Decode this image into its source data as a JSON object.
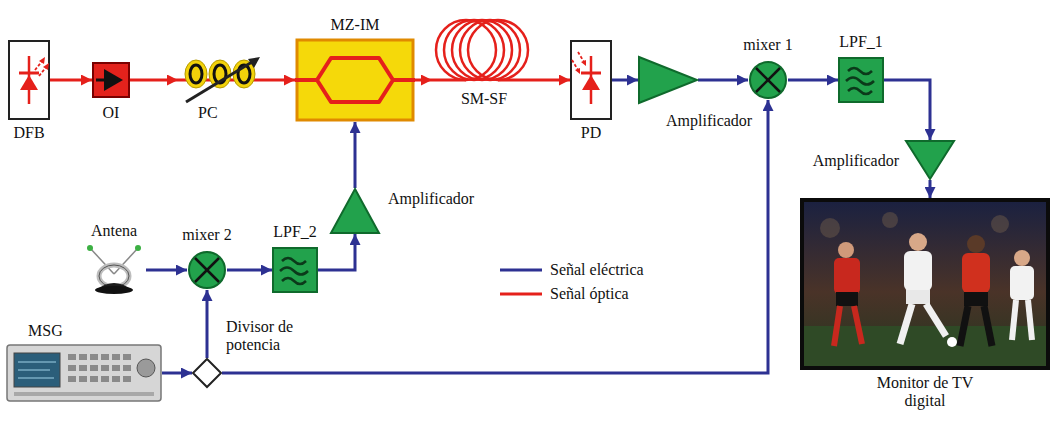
{
  "diagram": {
    "nodes": [
      {
        "text": [
          "DFB"
        ]
      },
      {
        "text": [
          "OI"
        ]
      },
      {
        "text": [
          "PC"
        ]
      },
      {
        "text": [
          "MZ-IM"
        ]
      },
      {
        "text": [
          "SM-SF"
        ]
      },
      {
        "text": [
          "PD"
        ]
      },
      {
        "text": [
          "Amplificador"
        ]
      },
      {
        "text": [
          "mixer 1"
        ]
      },
      {
        "text": [
          "LPF_1"
        ]
      },
      {
        "text": [
          "Amplificador"
        ]
      },
      {
        "text": [
          "Monitor de TV digital"
        ]
      },
      {
        "text": [
          "Amplificador"
        ]
      },
      {
        "text": [
          "Antena"
        ]
      },
      {
        "text": [
          "mixer 2"
        ]
      },
      {
        "text": [
          "LPF_2"
        ]
      },
      {
        "text": [
          "MSG"
        ]
      },
      {
        "text": [
          "Divisor de potencia"
        ]
      }
    ],
    "edges": [
      {
        "from": 0,
        "to": 1,
        "arrow": "to"
      },
      {
        "from": 1,
        "to": 2,
        "arrow": "to"
      },
      {
        "from": 2,
        "to": 3,
        "arrow": "to"
      },
      {
        "from": 3,
        "to": 4,
        "arrow": "to"
      },
      {
        "from": 4,
        "to": 5,
        "arrow": "to"
      },
      {
        "from": 5,
        "to": 6,
        "arrow": "to"
      },
      {
        "from": 6,
        "to": 7,
        "arrow": "to"
      },
      {
        "from": 7,
        "to": 8,
        "arrow": "to"
      },
      {
        "from": 8,
        "to": 9,
        "arrow": "to"
      },
      {
        "from": 9,
        "to": 10,
        "arrow": "to"
      },
      {
        "from": 12,
        "to": 13,
        "arrow": "to"
      },
      {
        "from": 13,
        "to": 14,
        "arrow": "to"
      },
      {
        "from": 14,
        "to": 11,
        "arrow": "to"
      },
      {
        "from": 11,
        "to": 3,
        "arrow": "to"
      },
      {
        "from": 15,
        "to": 16,
        "arrow": "to"
      },
      {
        "from": 16,
        "to": 13,
        "arrow": "to"
      },
      {
        "from": 16,
        "to": 7,
        "arrow": "to"
      }
    ],
    "legend": [
      {
        "text": "Señal eléctrica"
      },
      {
        "text": "Señal óptica"
      }
    ]
  }
}
